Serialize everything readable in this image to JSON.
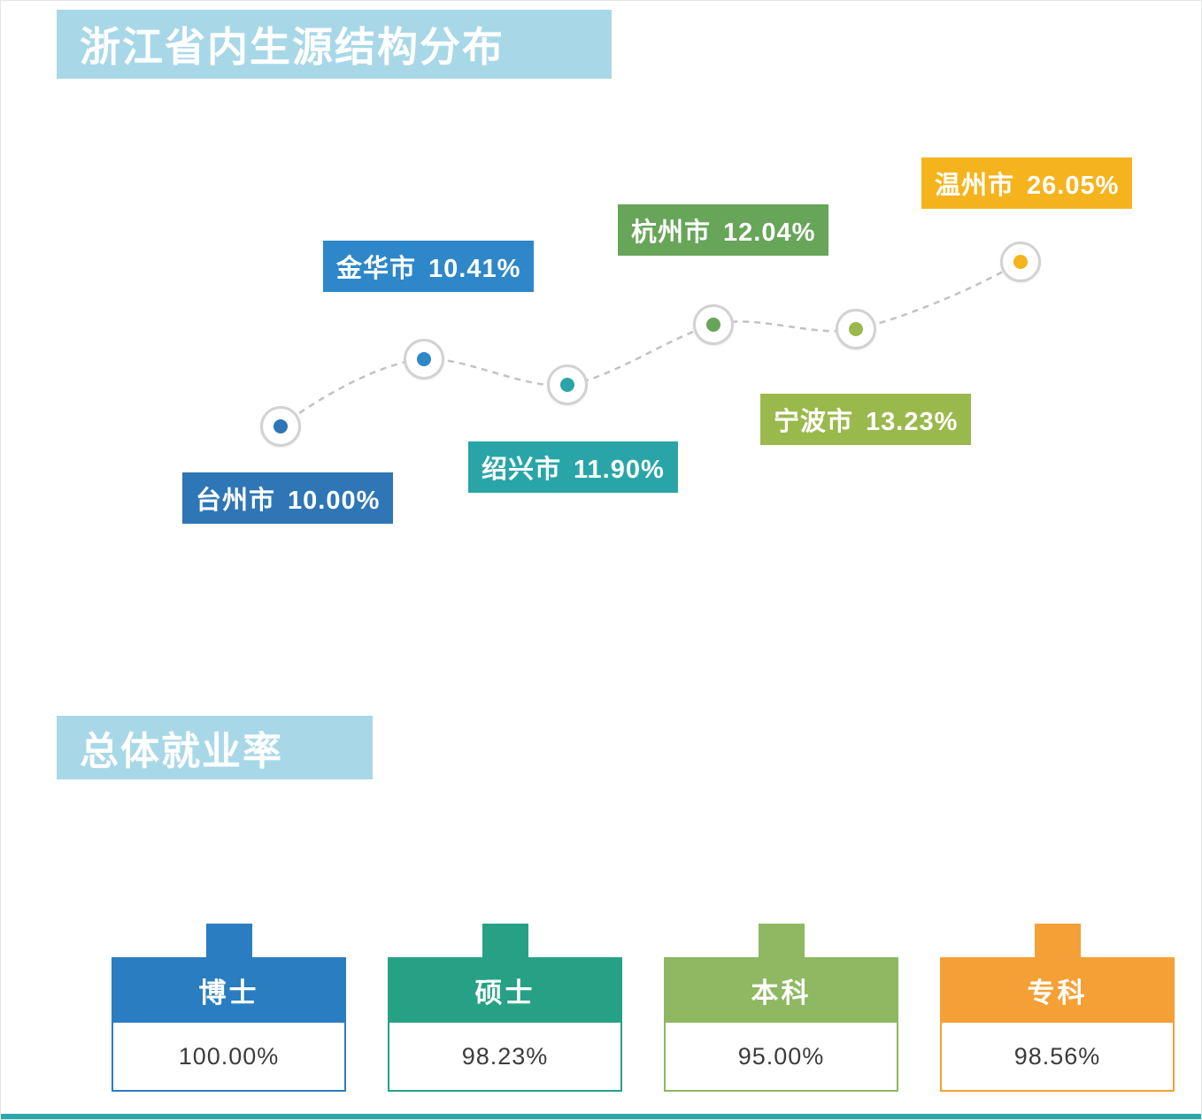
{
  "sections": {
    "source_title": "浙江省内生源结构分布",
    "employment_title": "总体就业率"
  },
  "colors": {
    "banner_bg": "#a8d8e8",
    "bottom_bar": "#2aa8a8"
  },
  "chart_data": {
    "type": "line",
    "title": "浙江省内生源结构分布",
    "unit": "%",
    "line_style": "dashed",
    "legend_position": "none",
    "grid": false,
    "points": [
      {
        "city": "台州市",
        "value_pct": 10.0,
        "label": "10.00%",
        "color": "#2e76b5"
      },
      {
        "city": "金华市",
        "value_pct": 10.41,
        "label": "10.41%",
        "color": "#2e87c8"
      },
      {
        "city": "绍兴市",
        "value_pct": 11.9,
        "label": "11.90%",
        "color": "#29a5a8"
      },
      {
        "city": "杭州市",
        "value_pct": 12.04,
        "label": "12.04%",
        "color": "#67a559"
      },
      {
        "city": "宁波市",
        "value_pct": 13.23,
        "label": "13.23%",
        "color": "#9ab94d"
      },
      {
        "city": "温州市",
        "value_pct": 26.05,
        "label": "26.05%",
        "color": "#f5b31d"
      }
    ]
  },
  "employment_cards": [
    {
      "degree": "博士",
      "rate": "100.00%",
      "color": "#2a7dc0"
    },
    {
      "degree": "硕士",
      "rate": "98.23%",
      "color": "#27a186"
    },
    {
      "degree": "本科",
      "rate": "95.00%",
      "color": "#8eb861"
    },
    {
      "degree": "专科",
      "rate": "98.56%",
      "color": "#f5a036"
    }
  ]
}
